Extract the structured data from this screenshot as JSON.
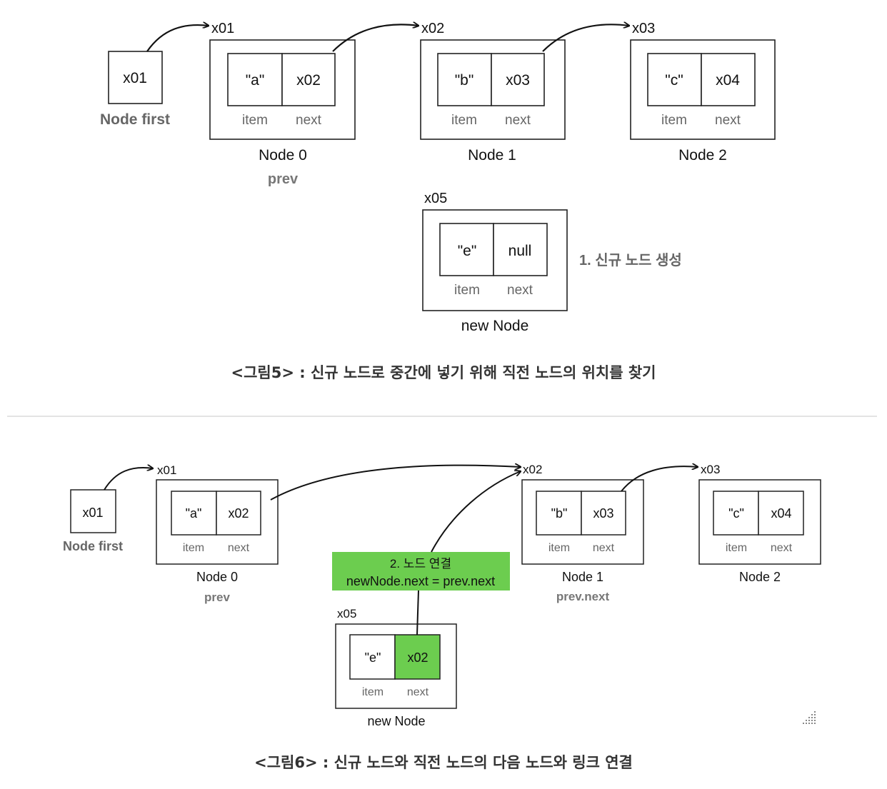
{
  "figure5": {
    "caption": "<그림5> : 신규 노드로 중간에 넣기 위해 직전 노드의 위치를 찾기",
    "first": {
      "value": "x01",
      "label": "Node first"
    },
    "nodes": [
      {
        "addr": "x01",
        "item": "\"a\"",
        "next": "x02",
        "name": "Node 0",
        "sub": "prev"
      },
      {
        "addr": "x02",
        "item": "\"b\"",
        "next": "x03",
        "name": "Node 1",
        "sub": ""
      },
      {
        "addr": "x03",
        "item": "\"c\"",
        "next": "x04",
        "name": "Node 2",
        "sub": ""
      }
    ],
    "new_node": {
      "addr": "x05",
      "item": "\"e\"",
      "next": "null",
      "name": "new Node"
    },
    "step_note": "1. 신규 노드 생성",
    "field_labels": {
      "item": "item",
      "next": "next"
    }
  },
  "figure6": {
    "caption": "<그림6> : 신규 노드와 직전 노드의 다음 노드와 링크 연결",
    "first": {
      "value": "x01",
      "label": "Node first"
    },
    "nodes": [
      {
        "addr": "x01",
        "item": "\"a\"",
        "next": "x02",
        "name": "Node 0",
        "sub": "prev"
      },
      {
        "addr": "x02",
        "item": "\"b\"",
        "next": "x03",
        "name": "Node 1",
        "sub": "prev.next"
      },
      {
        "addr": "x03",
        "item": "\"c\"",
        "next": "x04",
        "name": "Node 2",
        "sub": ""
      }
    ],
    "new_node": {
      "addr": "x05",
      "item": "\"e\"",
      "next": "x02",
      "name": "new Node"
    },
    "step_note": {
      "line1": "2. 노드 연결",
      "line2": "newNode.next = prev.next"
    },
    "field_labels": {
      "item": "item",
      "next": "next"
    }
  },
  "colors": {
    "highlight": "#6ccd4f",
    "line": "#222222",
    "text": "#333333"
  }
}
